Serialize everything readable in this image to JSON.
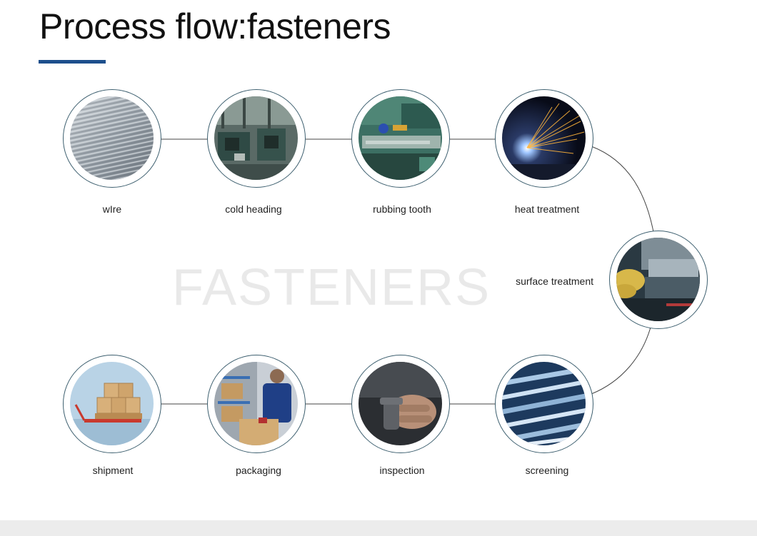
{
  "title": "Process flow:fasteners",
  "watermark": "FASTENERS",
  "accent_color": "#1d4f8c",
  "steps": [
    {
      "label": "wIre",
      "icon": "wire-coil-photo"
    },
    {
      "label": "cold heading",
      "icon": "cold-heading-machines-photo"
    },
    {
      "label": "rubbing tooth",
      "icon": "thread-rolling-machine-photo"
    },
    {
      "label": "heat treatment",
      "icon": "sparks-photo"
    },
    {
      "label": "surface treatment",
      "icon": "surface-treatment-photo"
    },
    {
      "label": "screening",
      "icon": "metal-rods-photo"
    },
    {
      "label": "inspection",
      "icon": "hand-inspection-photo"
    },
    {
      "label": "packaging",
      "icon": "worker-packing-photo"
    },
    {
      "label": "shipment",
      "icon": "pallet-boxes-photo"
    }
  ]
}
